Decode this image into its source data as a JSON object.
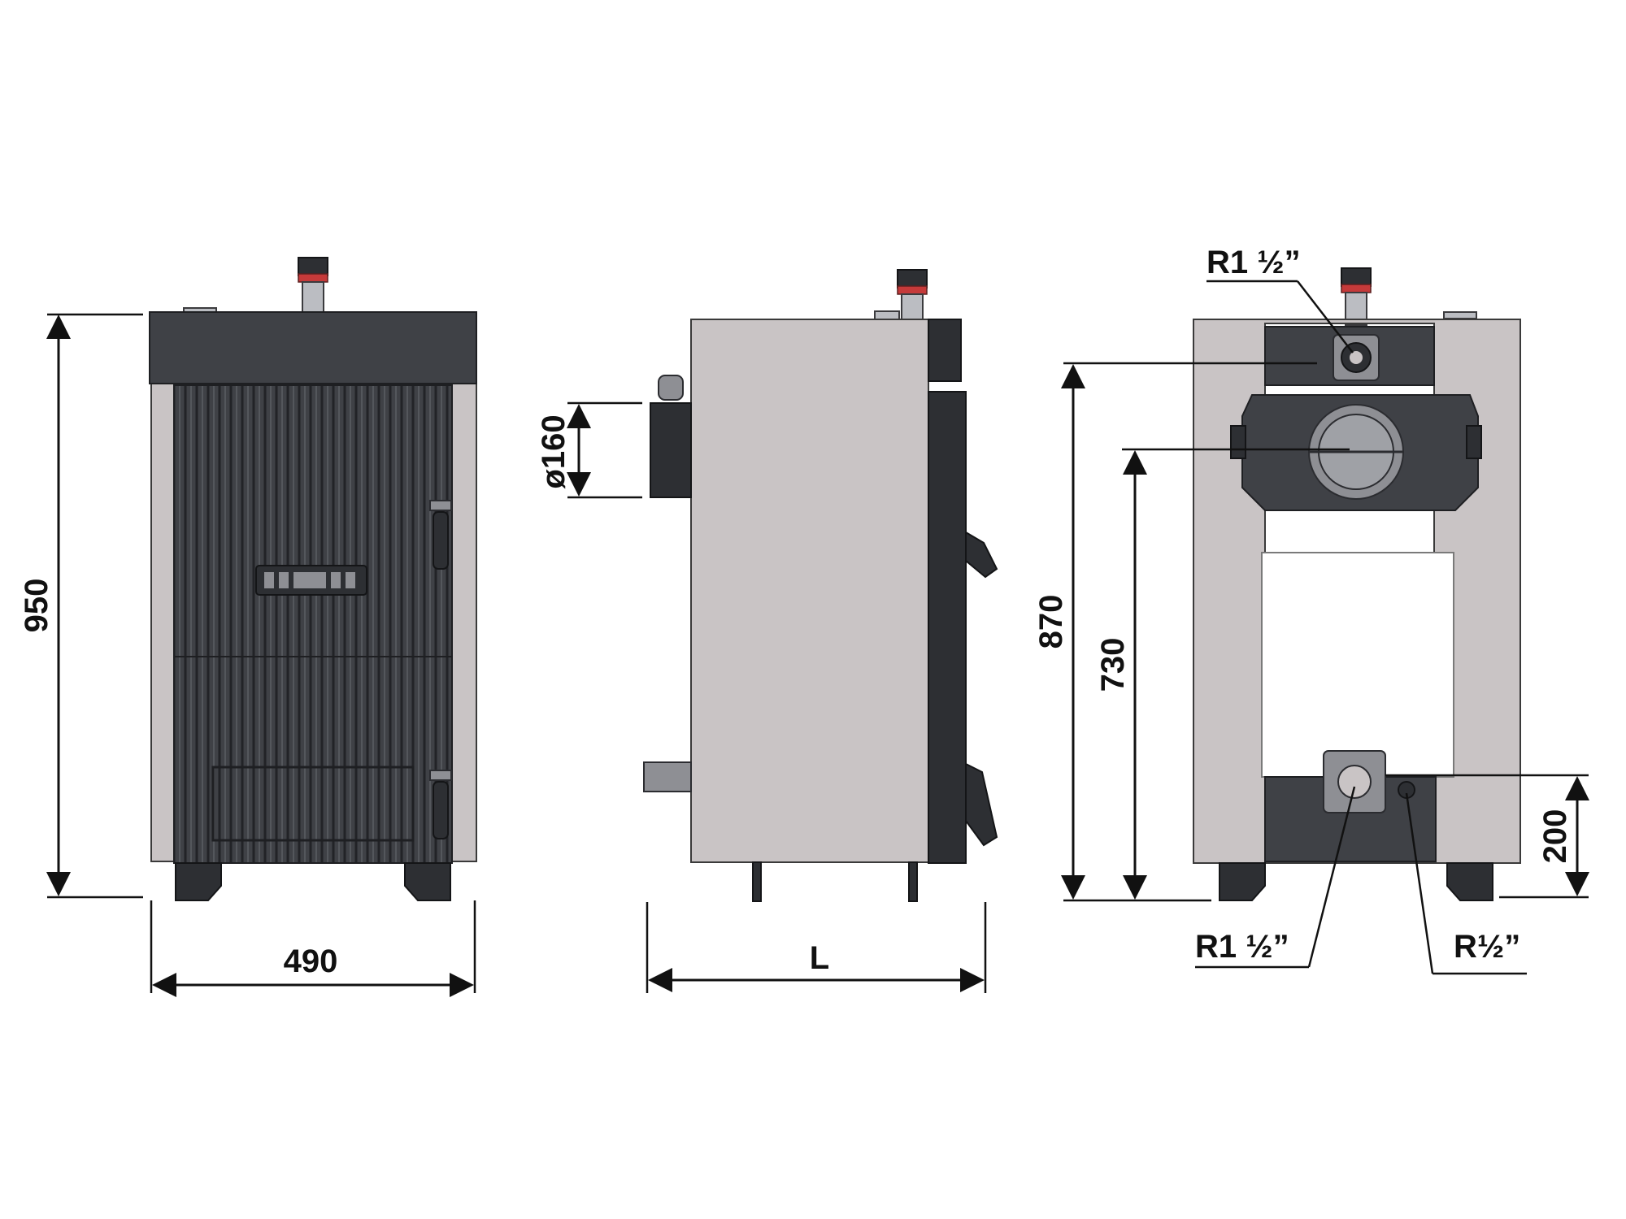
{
  "views": {
    "front": {
      "height_label": "950",
      "width_label": "490"
    },
    "side": {
      "length_label": "L",
      "flue_label": "ø160"
    },
    "rear": {
      "top_connection_label": "R1 ½”",
      "height_870_label": "870",
      "height_730_label": "730",
      "height_200_label": "200",
      "bottom_connection_label": "R1 ½”",
      "drain_label": "R½”"
    }
  },
  "colors": {
    "casing": "#c9c4c5",
    "cast_iron": "#3f4146",
    "dimension_lines": "#111111",
    "thermometer_ring": "#c53a3a"
  }
}
